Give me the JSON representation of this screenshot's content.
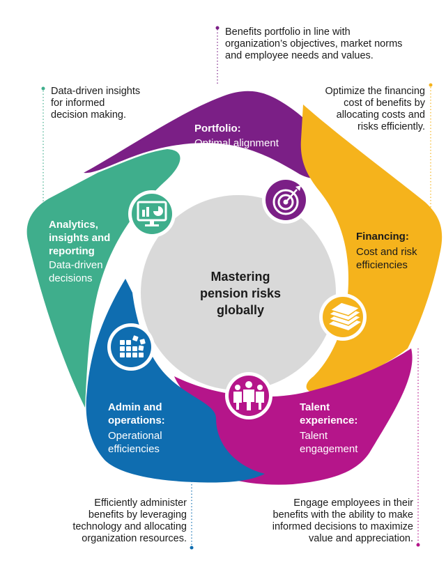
{
  "center": {
    "title": "Mastering\npension risks\nglobally"
  },
  "segments": {
    "portfolio": {
      "title": "Portfolio:",
      "subtitle": "Optimal alignment\nof benefits",
      "color": "#7b1f86",
      "icon": "target-icon"
    },
    "financing": {
      "title": "Financing:",
      "subtitle": "Cost and risk\nefficiencies",
      "color": "#f5b31c",
      "icon": "money-stack-icon"
    },
    "talent": {
      "title": "Talent\nexperience:",
      "subtitle": "Talent\nengagement",
      "color": "#b5158a",
      "icon": "people-icon"
    },
    "admin": {
      "title": "Admin and\noperations:",
      "subtitle": "Operational\nefficiencies",
      "color": "#0f6db0",
      "icon": "blocks-icon"
    },
    "analytics": {
      "title": "Analytics,\ninsights and\nreporting",
      "subtitle": "Data-driven\ndecisions",
      "color": "#3fae8c",
      "icon": "monitor-chart-icon"
    }
  },
  "notes": {
    "top": "Benefits portfolio in line with\norganization’s objectives, market norms\nand employee needs and values.",
    "top_left": "Data-driven insights\nfor informed\ndecision making.",
    "top_right": "Optimize the financing\ncost of benefits by\nallocating costs and\nrisks efficiently.",
    "bottom_left": "Efficiently administer\nbenefits by leveraging\ntechnology and allocating\norganization resources.",
    "bottom_right": "Engage employees in their\nbenefits with the ability to make\ninformed decisions to maximize\nvalue and appreciation."
  }
}
